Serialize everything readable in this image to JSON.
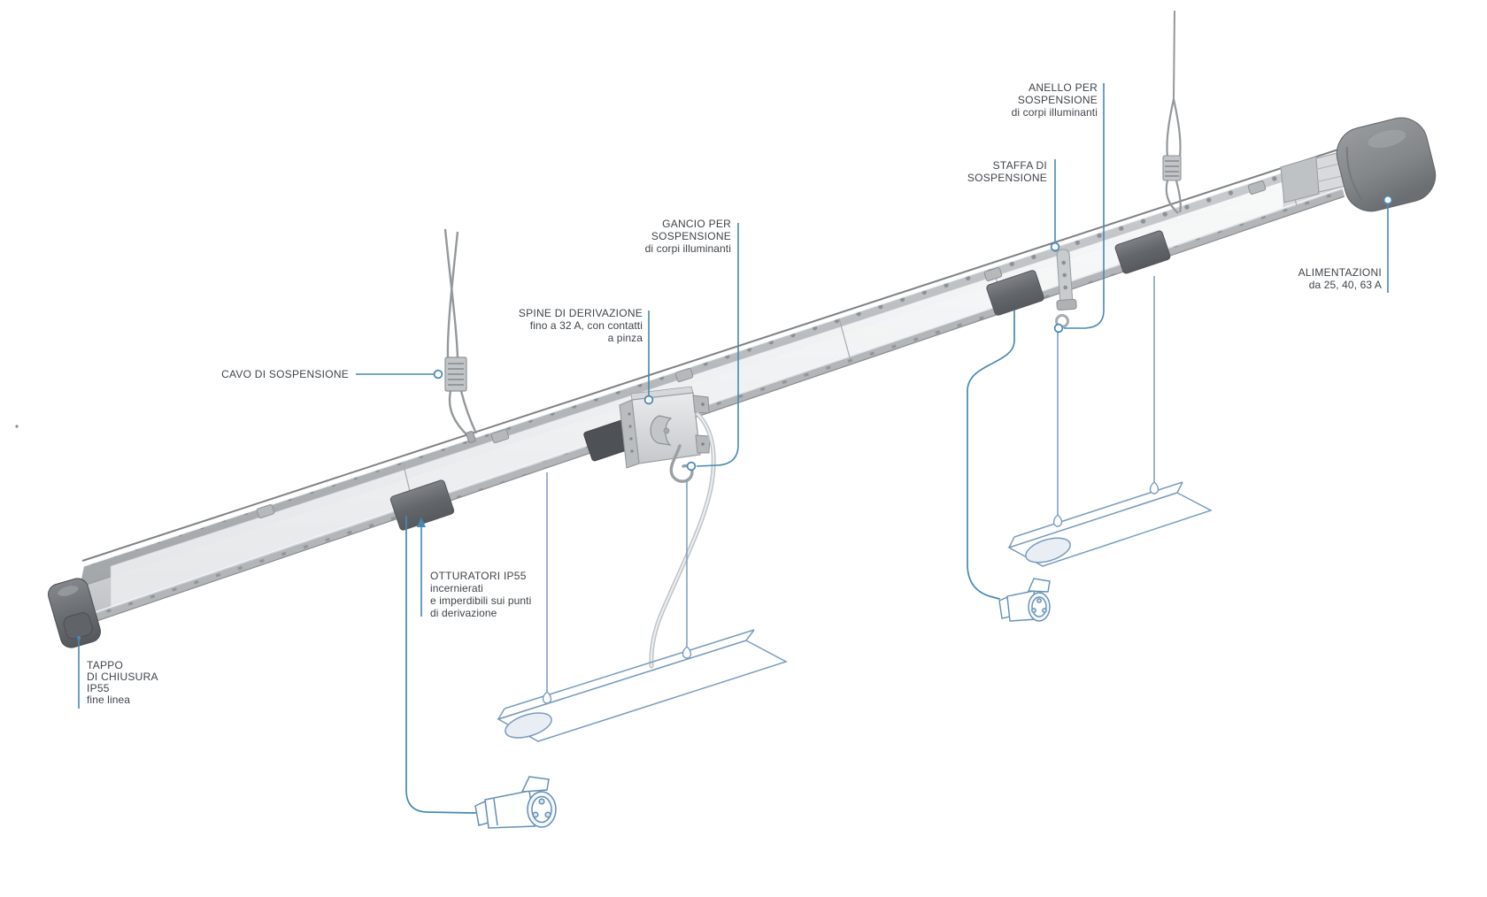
{
  "colors": {
    "accent": "#4789b3",
    "label_text": "#3f444a",
    "fixture_line": "#7a9cbd",
    "metal_light": "#e8eaec",
    "metal_dark": "#6f7275",
    "shutter_dark": "#63676c"
  },
  "labels": {
    "anello": {
      "lines": [
        "ANELLO PER",
        "SOSPENSIONE",
        "di corpi illuminanti"
      ]
    },
    "staffa": {
      "lines": [
        "STAFFA DI",
        "SOSPENSIONE"
      ]
    },
    "gancio": {
      "lines": [
        "GANCIO PER",
        "SOSPENSIONE",
        "di corpi illuminanti"
      ]
    },
    "spine": {
      "lines": [
        "SPINE DI DERIVAZIONE",
        "fino a 32 A, con contatti",
        "a pinza"
      ]
    },
    "cavo": {
      "lines": [
        "CAVO DI SOSPENSIONE"
      ]
    },
    "otturatori": {
      "lines": [
        "OTTURATORI IP55",
        "incernierati",
        "e imperdibili sui punti",
        "di derivazione"
      ]
    },
    "tappo": {
      "lines": [
        "TAPPO",
        "DI CHIUSURA",
        "IP55",
        "fine linea"
      ]
    },
    "alimentazioni": {
      "lines": [
        "ALIMENTAZIONI",
        "da 25, 40, 63 A"
      ]
    }
  }
}
